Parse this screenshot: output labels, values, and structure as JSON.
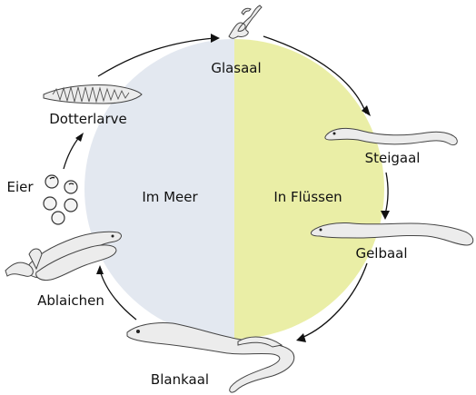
{
  "diagram": {
    "stages": {
      "glasaal": "Glasaal",
      "steigaal": "Steigaal",
      "gelbaal": "Gelbaal",
      "blankaal": "Blankaal",
      "ablaichen": "Ablaichen",
      "eier": "Eier",
      "dotterlarve": "Dotterlarve"
    },
    "regions": {
      "sea": "Im Meer",
      "rivers": "In Flüssen"
    },
    "colors": {
      "sea": "#e3e8f0",
      "rivers": "#eaeea6",
      "outline": "#333333"
    }
  }
}
